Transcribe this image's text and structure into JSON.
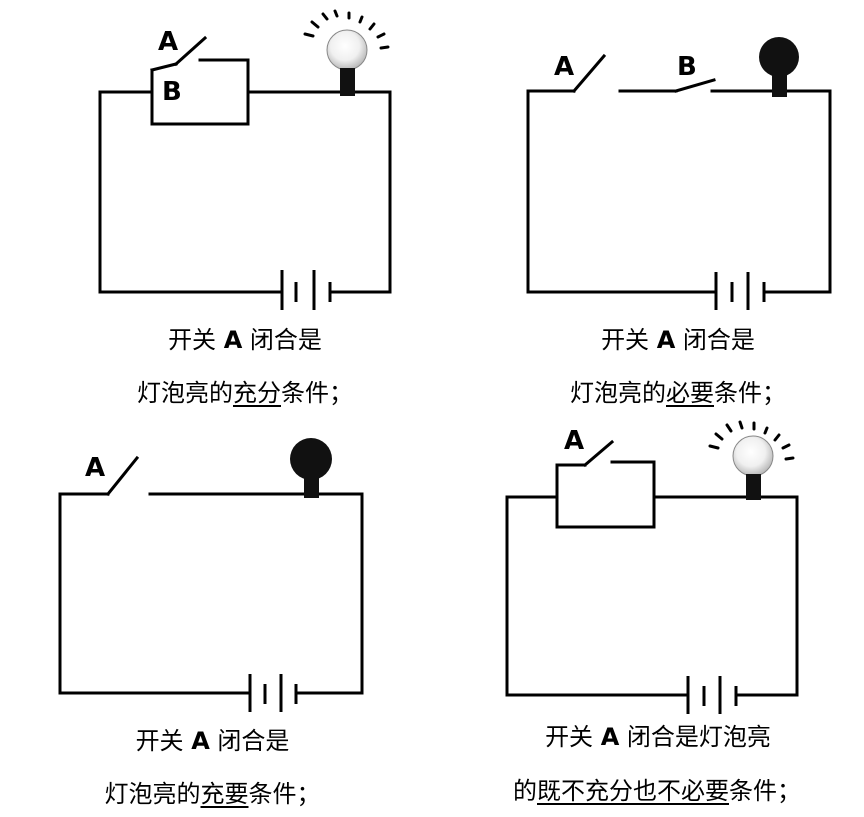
{
  "panels": [
    {
      "switch_a_label": "A",
      "switch_b_label": "B",
      "bulb_state": "on",
      "caption_line1_pre": "开关 ",
      "caption_line1_switch": "A",
      "caption_line1_post": " 闭合是",
      "caption_line2_pre": "灯泡亮的",
      "caption_line2_key": "充分",
      "caption_line2_post": "条件；"
    },
    {
      "switch_a_label": "A",
      "switch_b_label": "B",
      "bulb_state": "off",
      "caption_line1_pre": "开关 ",
      "caption_line1_switch": "A",
      "caption_line1_post": " 闭合是",
      "caption_line2_pre": "灯泡亮的",
      "caption_line2_key": "必要",
      "caption_line2_post": "条件；"
    },
    {
      "switch_a_label": "A",
      "bulb_state": "off",
      "caption_line1_pre": "开关 ",
      "caption_line1_switch": "A",
      "caption_line1_post": " 闭合是",
      "caption_line2_pre": "灯泡亮的",
      "caption_line2_key": "充要",
      "caption_line2_post": "条件；"
    },
    {
      "switch_a_label": "A",
      "bulb_state": "on",
      "caption_line1_pre": "开关 ",
      "caption_line1_switch": "A",
      "caption_line1_post": " 闭合是灯泡亮",
      "caption_line2_pre": "的",
      "caption_line2_key": "既不充分也不必要",
      "caption_line2_post": "条件；"
    }
  ]
}
